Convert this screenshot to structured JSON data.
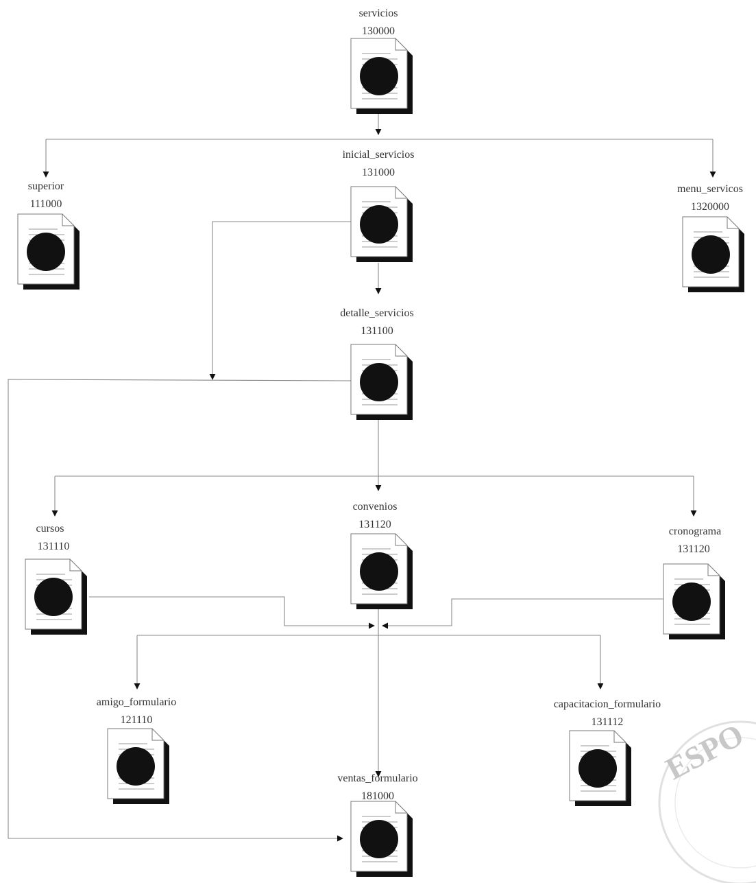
{
  "nodes": [
    {
      "id": "servicios",
      "name": "servicios",
      "code": "130000"
    },
    {
      "id": "inicial_servicios",
      "name": "inicial_servicios",
      "code": "131000"
    },
    {
      "id": "superior",
      "name": "superior",
      "code": "111000"
    },
    {
      "id": "menu_servicos",
      "name": "menu_servicos",
      "code": "1320000"
    },
    {
      "id": "detalle_servicios",
      "name": "detalle_servicios",
      "code": "131100"
    },
    {
      "id": "convenios",
      "name": "convenios",
      "code": "131120"
    },
    {
      "id": "cursos",
      "name": "cursos",
      "code": "131110"
    },
    {
      "id": "cronograma",
      "name": "cronograma",
      "code": "131120"
    },
    {
      "id": "amigo_formulario",
      "name": "amigo_formulario",
      "code": "121110"
    },
    {
      "id": "capacitacion_formulario",
      "name": "capacitacion_formulario",
      "code": "131112"
    },
    {
      "id": "ventas_formulario",
      "name": "ventas_formulario",
      "code": "181000"
    }
  ],
  "edges": [
    {
      "from": "servicios",
      "to": "superior"
    },
    {
      "from": "servicios",
      "to": "inicial_servicios"
    },
    {
      "from": "servicios",
      "to": "menu_servicos"
    },
    {
      "from": "inicial_servicios",
      "to": "detalle_servicios"
    },
    {
      "from": "inicial_servicios",
      "to": "ventas_formulario"
    },
    {
      "from": "detalle_servicios",
      "to": "ventas_formulario"
    },
    {
      "from": "detalle_servicios",
      "to": "cursos"
    },
    {
      "from": "detalle_servicios",
      "to": "convenios"
    },
    {
      "from": "detalle_servicios",
      "to": "cronograma"
    },
    {
      "from": "cursos",
      "to": "amigo_formulario"
    },
    {
      "from": "convenios",
      "to": "ventas_formulario"
    },
    {
      "from": "cronograma",
      "to": "capacitacion_formulario"
    }
  ],
  "stamp": {
    "text": "ESPOL"
  },
  "colors": {
    "line": "#8a8a8a",
    "doc_shadow": "#111111",
    "doc_circle": "#111111"
  }
}
